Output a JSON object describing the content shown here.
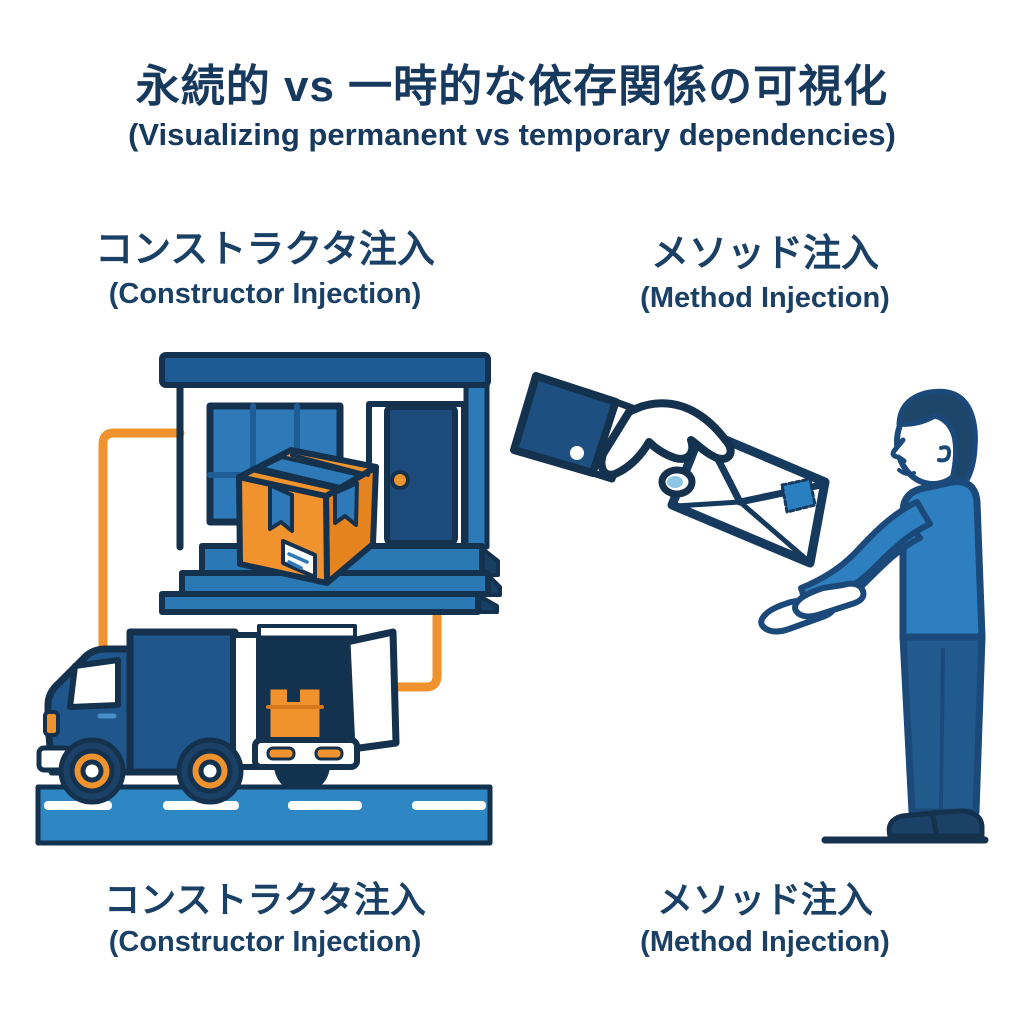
{
  "title": {
    "jp": "永続的 vs 一時的な依存関係の可視化",
    "en": "(Visualizing permanent vs temporary dependencies)"
  },
  "left_section": {
    "heading_jp": "コンストラクタ注入",
    "heading_en": "(Constructor Injection)",
    "caption_jp": "コンストラクタ注入",
    "caption_en": "(Constructor Injection)"
  },
  "right_section": {
    "heading_jp": "メソッド注入",
    "heading_en": "(Method Injection)",
    "caption_jp": "メソッド注入",
    "caption_en": "(Method Injection)"
  },
  "icons": {
    "left_illustration": "house-package-delivery-truck",
    "right_illustration": "hand-giving-envelope-to-person"
  },
  "palette": {
    "text_navy": "#17395e",
    "outline_navy": "#14314d",
    "roof_dark_blue": "#1e5a94",
    "door_dark_blue": "#1c4a7a",
    "medium_blue": "#2e7ab8",
    "shirt_blue": "#2e7fc0",
    "pants_blue": "#215a8c",
    "road_blue": "#2e86c3",
    "orange": "#f0922d",
    "dark_orange": "#e5831f",
    "thumbnail_light_blue": "#8ec4e4",
    "background": "#ffffff"
  }
}
